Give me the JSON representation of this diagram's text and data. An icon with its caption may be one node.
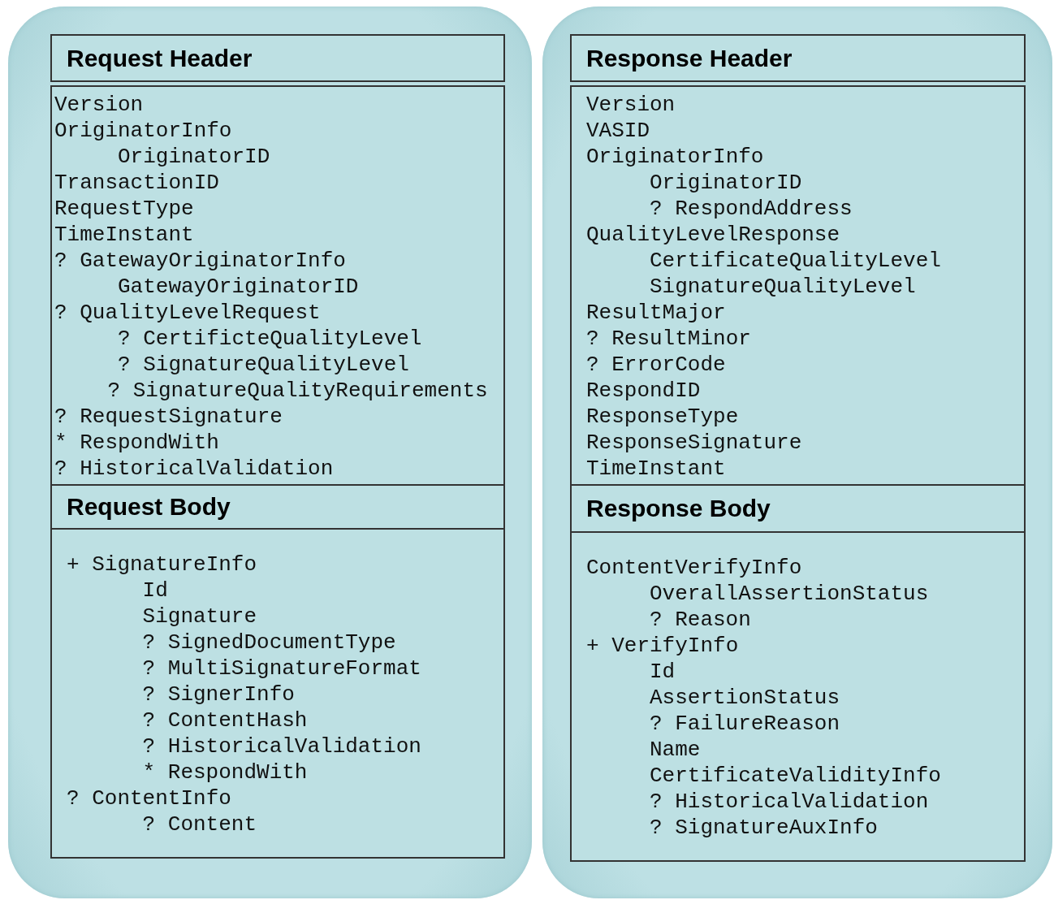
{
  "diagram": {
    "nodes": [
      {
        "text": [],
        "shape": "box"
      },
      {
        "text": [
          "Request Header"
        ],
        "in": 0
      },
      {
        "text": [
          "Version",
          "OriginatorInfo",
          "OriginatorID",
          "TransactionID",
          "RequestType",
          "TimeInstant",
          "? GatewayOriginatorInfo",
          "GatewayOriginatorID",
          "? QualityLevelRequest",
          "? CertificteQualityLevel",
          "? SignatureQualityLevel",
          "? SignatureQualityRequirements",
          "? RequestSignature",
          "* RespondWith",
          "? HistoricalValidation"
        ],
        "in": 0
      },
      {
        "text": [
          "Request Body"
        ],
        "in": 0
      },
      {
        "text": [
          "+ SignatureInfo",
          "Id",
          "Signature",
          "? SignedDocumentType",
          "? MultiSignatureFormat",
          "? SignerInfo",
          "? ContentHash",
          "? HistoricalValidation",
          "* RespondWith",
          "? ContentInfo",
          "? Content"
        ],
        "in": 0
      },
      {
        "text": [],
        "shape": "box"
      },
      {
        "text": [
          "Response Header"
        ],
        "in": 5
      },
      {
        "text": [
          "Version",
          "VASID",
          "OriginatorInfo",
          "OriginatorID",
          "? RespondAddress",
          "QualityLevelResponse",
          "CertificateQualityLevel",
          "SignatureQualityLevel",
          "ResultMajor",
          "? ResultMinor",
          "? ErrorCode",
          "RespondID",
          "ResponseType",
          "ResponseSignature",
          "TimeInstant"
        ],
        "in": 5
      },
      {
        "text": [
          "Response Body"
        ],
        "in": 5
      },
      {
        "text": [
          "ContentVerifyInfo",
          "OverallAssertionStatus",
          "? Reason",
          "+ VerifyInfo",
          "Id",
          "AssertionStatus",
          "? FailureReason",
          "Name",
          "CertificateValidityInfo",
          "? HistoricalValidation",
          "? SignatureAuxInfo"
        ],
        "in": 5
      }
    ]
  }
}
